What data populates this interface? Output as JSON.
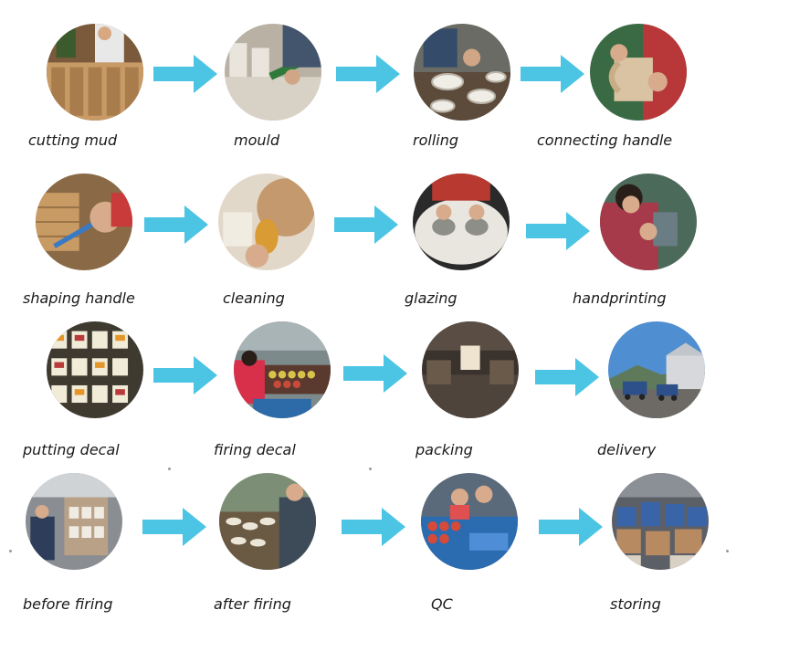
{
  "colors": {
    "arrow": "#4cc4e4",
    "text": "#1a1a1a"
  },
  "steps": [
    {
      "label": "cutting mud"
    },
    {
      "label": "mould"
    },
    {
      "label": "rolling"
    },
    {
      "label": "connecting handle"
    },
    {
      "label": "shaping handle"
    },
    {
      "label": "cleaning"
    },
    {
      "label": "glazing"
    },
    {
      "label": "handprinting"
    },
    {
      "label": "putting decal"
    },
    {
      "label": "firing decal"
    },
    {
      "label": "packing"
    },
    {
      "label": "delivery"
    },
    {
      "label": "before firing"
    },
    {
      "label": "after firing"
    },
    {
      "label": "QC"
    },
    {
      "label": "storing"
    }
  ]
}
